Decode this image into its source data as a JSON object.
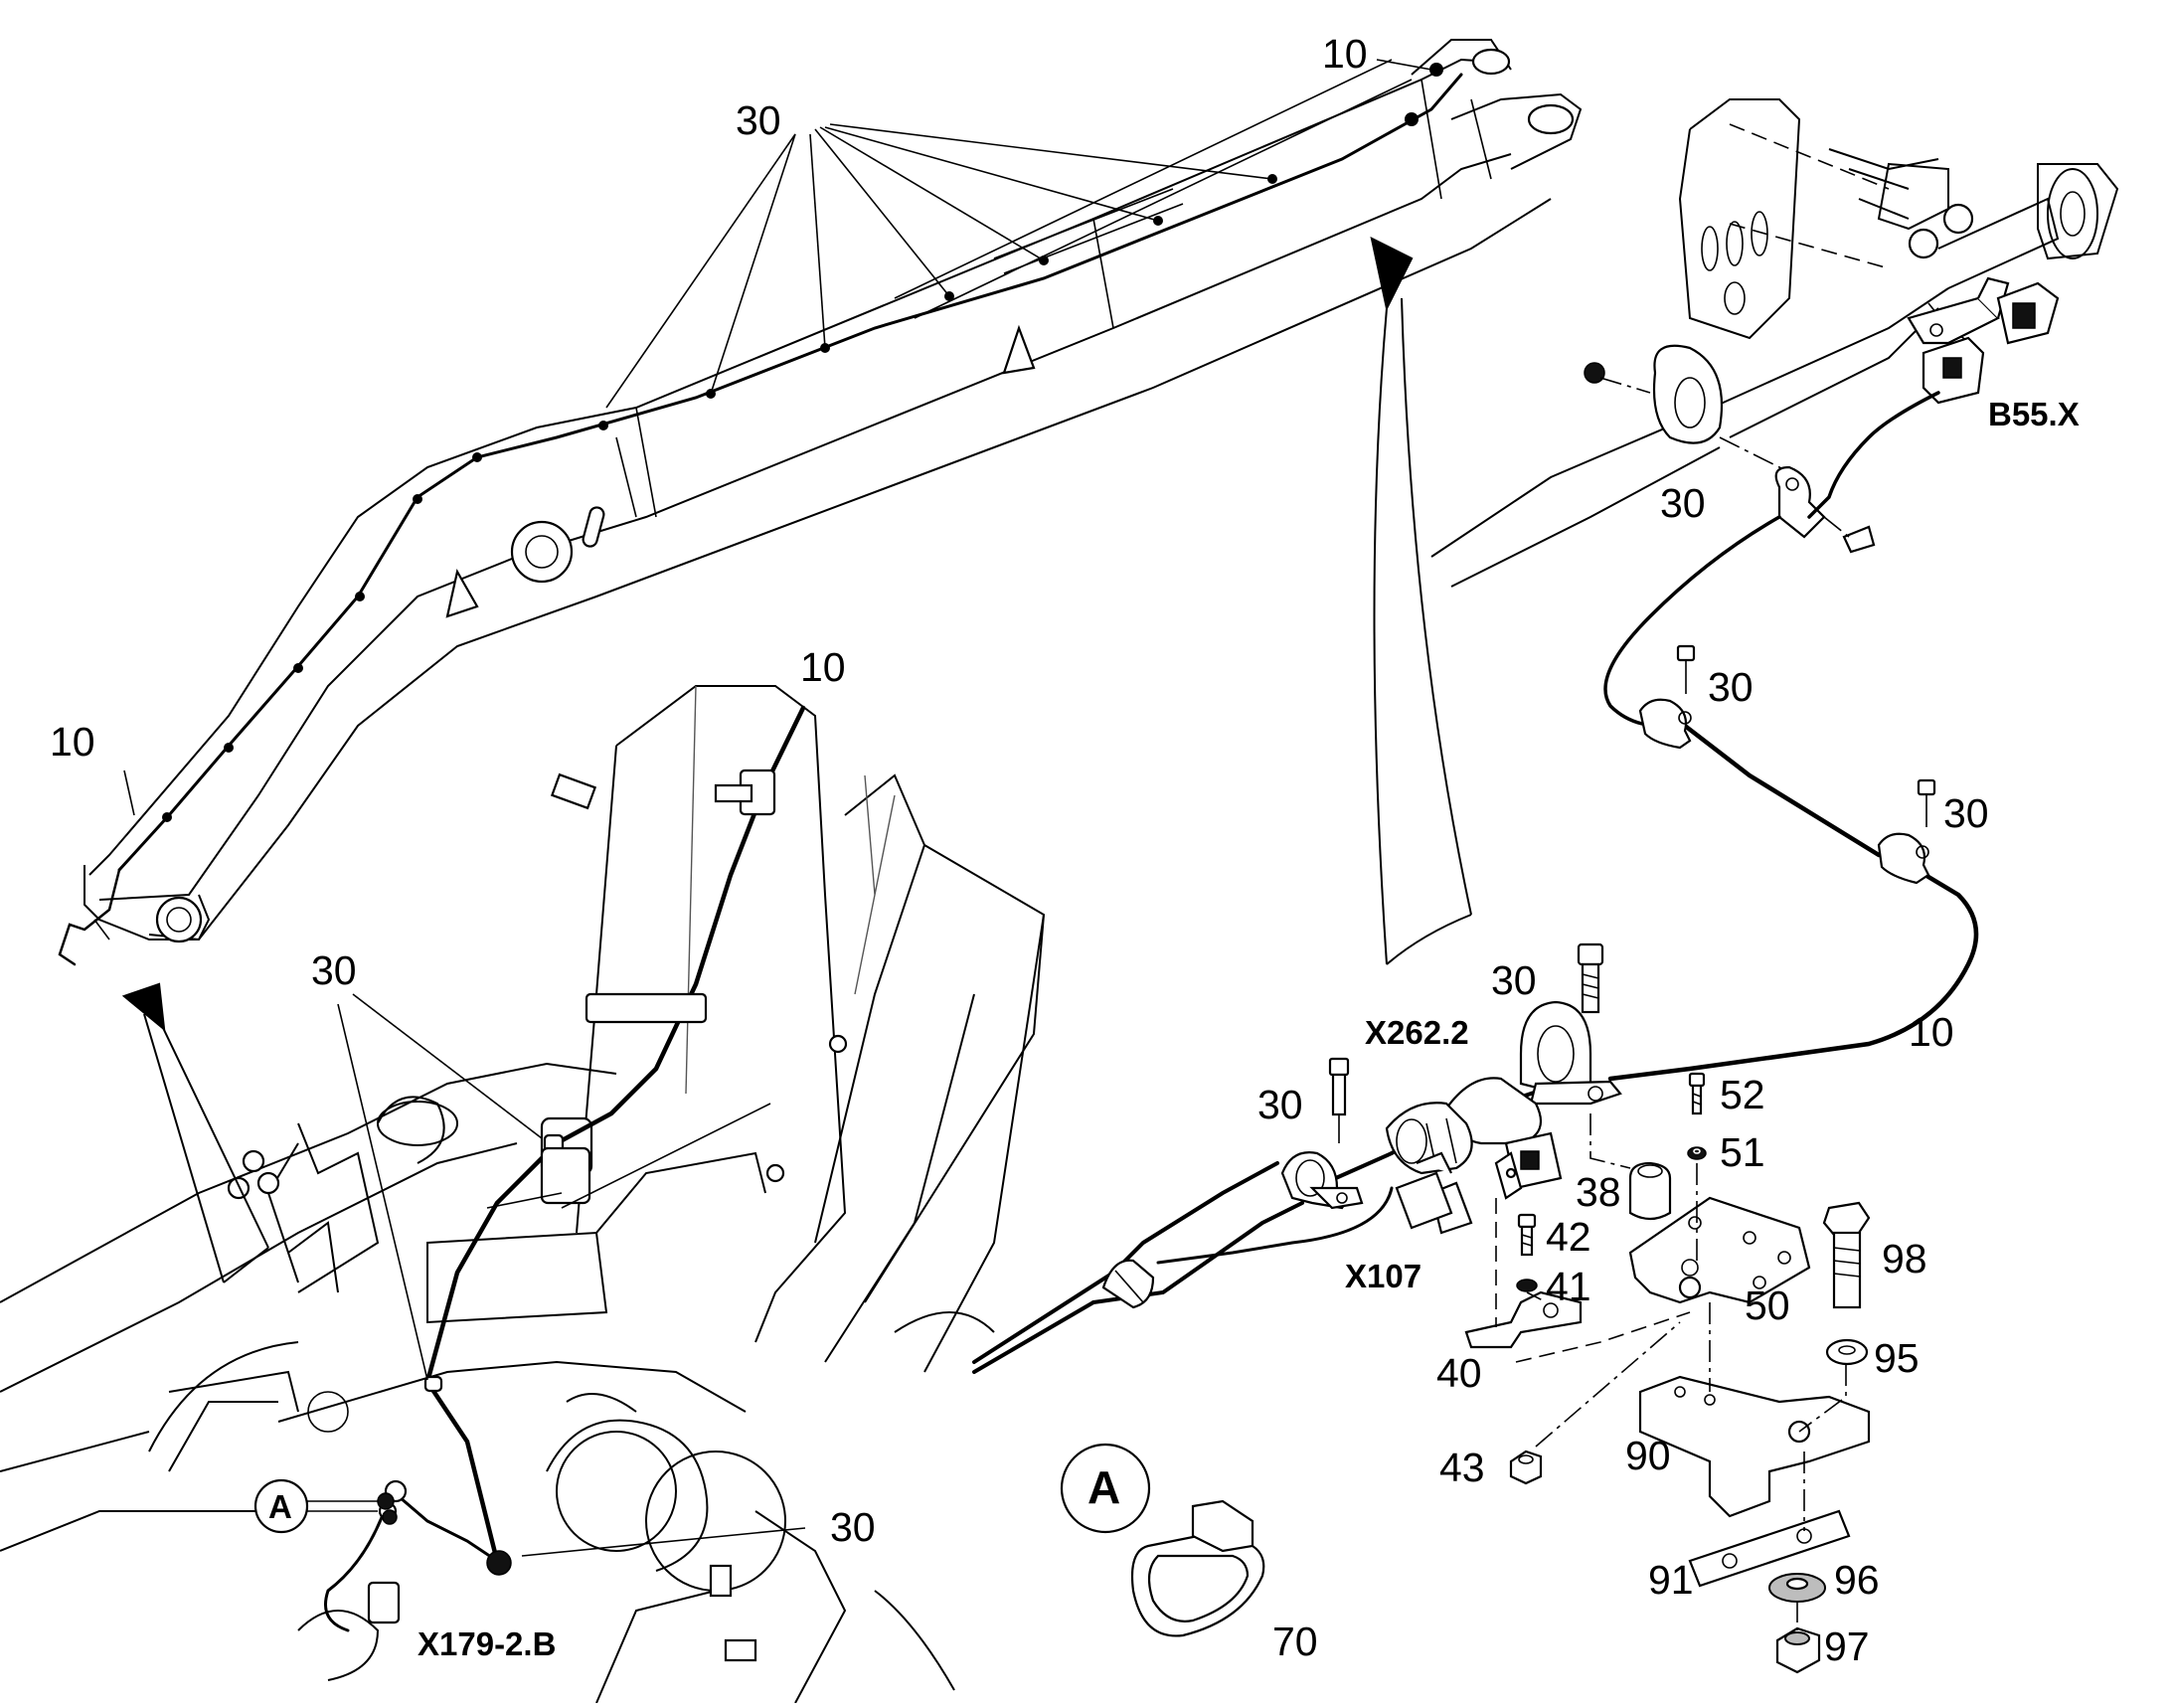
{
  "diagram": {
    "labels": {
      "boom_harness_top": "10",
      "boom_clamps": "30",
      "boom_harness_bottom": "10",
      "column_harness": "10",
      "column_clamps": "30",
      "column_clamp_bottom": "30",
      "detail_a_callout": "A",
      "sensor_connector_bottom": "X179-2.B",
      "sensor_connector_top": "B55.X",
      "clamp_right_1": "30",
      "clamp_right_2": "30",
      "clamp_right_3": "30",
      "harness_right": "10",
      "clamp_bracket": "30",
      "clamp_left": "30",
      "connector_x262": "X262.2",
      "connector_x107": "X107",
      "screw_52": "52",
      "washer_51": "51",
      "spacer_38": "38",
      "screw_42": "42",
      "washer_41": "41",
      "bracket_40": "40",
      "plate_50": "50",
      "nut_43": "43",
      "bolt_98": "98",
      "washer_95": "95",
      "bracket_90": "90",
      "plate_91": "91",
      "washer_96": "96",
      "nut_97": "97",
      "detail_a_title": "A",
      "clip_70": "70"
    }
  }
}
